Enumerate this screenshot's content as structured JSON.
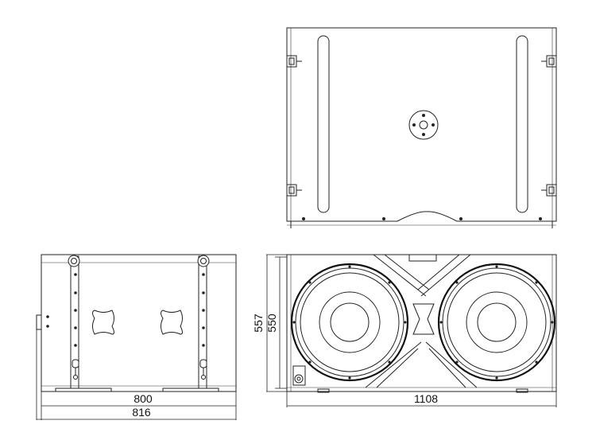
{
  "dimensions": {
    "side_inner_width": "800",
    "side_outer_width": "816",
    "front_width": "1108",
    "front_outer_height": "557",
    "front_inner_height": "550"
  },
  "colors": {
    "line": "#222222",
    "background": "#ffffff"
  },
  "views": [
    {
      "name": "top-view"
    },
    {
      "name": "side-view"
    },
    {
      "name": "front-view"
    }
  ]
}
